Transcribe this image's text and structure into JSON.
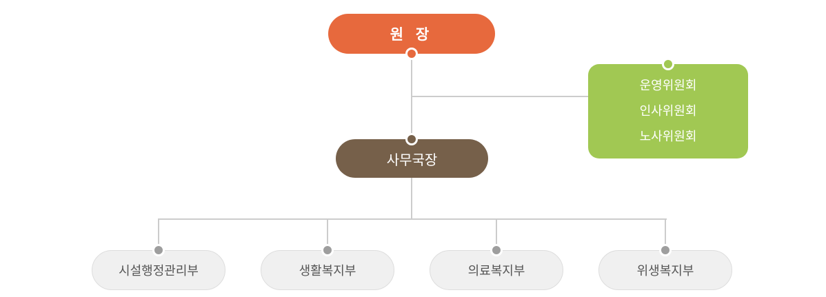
{
  "diagram": {
    "type": "org-chart",
    "nodes": {
      "director": {
        "id": "director",
        "label": "원 장",
        "color": "#e7693d",
        "text_color": "#ffffff"
      },
      "committees": {
        "id": "committees",
        "items": [
          "운영위원회",
          "인사위원회",
          "노사위원회"
        ],
        "color": "#a1c853",
        "text_color": "#ffffff"
      },
      "secretary": {
        "id": "secretary",
        "label": "사무국장",
        "color": "#76604a",
        "text_color": "#ffffff"
      },
      "departments": [
        {
          "id": "dept-1",
          "label": "시설행정관리부"
        },
        {
          "id": "dept-2",
          "label": "생활복지부"
        },
        {
          "id": "dept-3",
          "label": "의료복지부"
        },
        {
          "id": "dept-4",
          "label": "위생복지부"
        }
      ]
    },
    "edges": [
      {
        "from": "director",
        "to": "secretary"
      },
      {
        "from": "director",
        "to": "committees"
      },
      {
        "from": "secretary",
        "to": "dept-1"
      },
      {
        "from": "secretary",
        "to": "dept-2"
      },
      {
        "from": "secretary",
        "to": "dept-3"
      },
      {
        "from": "secretary",
        "to": "dept-4"
      }
    ],
    "style": {
      "department_fill": "#f0f0f0",
      "department_border": "#dddddd",
      "department_text": "#555555",
      "line_color": "#cccccc",
      "dot_gray": "#9e9e9e",
      "background": "#ffffff"
    }
  }
}
